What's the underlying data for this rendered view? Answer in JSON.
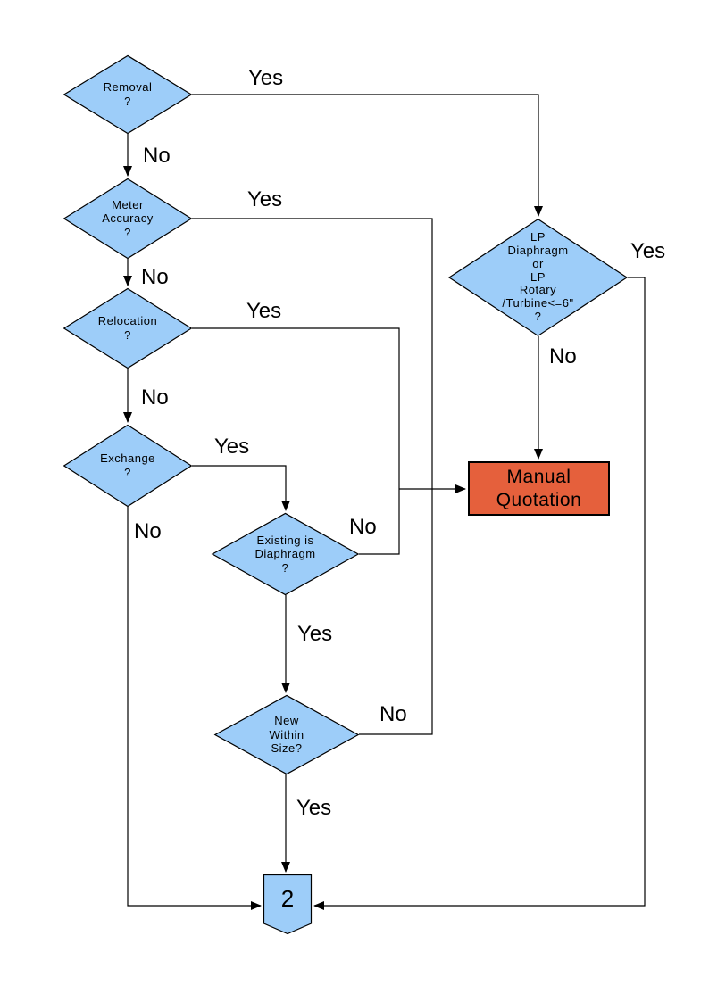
{
  "colors": {
    "node_fill": "#9DCDF9",
    "process_fill": "#E5603C",
    "line": "#000000",
    "background": "#FFFFFF",
    "text": "#000000"
  },
  "nodes": {
    "removal": {
      "label": "Removal\n?",
      "type": "decision"
    },
    "meter_accuracy": {
      "label": "Meter\nAccuracy\n?",
      "type": "decision"
    },
    "relocation": {
      "label": "Relocation\n?",
      "type": "decision"
    },
    "exchange": {
      "label": "Exchange\n?",
      "type": "decision"
    },
    "existing_diaphragm": {
      "label": "Existing is\nDiaphragm\n?",
      "type": "decision"
    },
    "new_within_size": {
      "label": "New\nWithin\nSize?",
      "type": "decision"
    },
    "lp_type": {
      "label": "LP\nDiaphragm\nor\nLP\nRotary\n/Turbine<=6\"\n?",
      "type": "decision"
    },
    "manual_quotation": {
      "label": "Manual\nQuotation",
      "type": "process"
    },
    "offpage_connector": {
      "label": "2",
      "type": "offpage-connector"
    }
  },
  "edge_labels": {
    "removal_yes": "Yes",
    "removal_no": "No",
    "meter_accuracy_yes": "Yes",
    "meter_accuracy_no": "No",
    "relocation_yes": "Yes",
    "relocation_no": "No",
    "exchange_yes": "Yes",
    "exchange_no": "No",
    "existing_diaphragm_yes": "Yes",
    "existing_diaphragm_no": "No",
    "new_within_size_yes": "Yes",
    "new_within_size_no": "No",
    "lp_yes": "Yes",
    "lp_no": "No"
  }
}
